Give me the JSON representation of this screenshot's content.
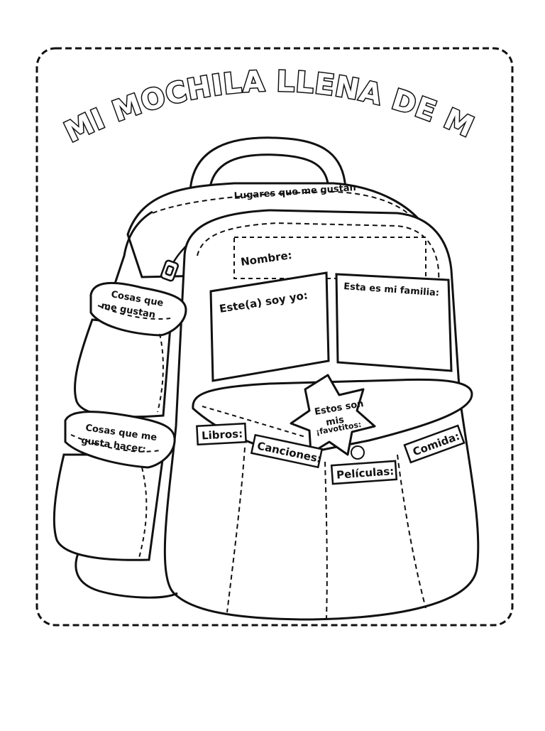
{
  "title": "¡MI MOCHILA LLENA DE MI!",
  "labels": {
    "places": "Lugares que me gustan",
    "name": "Nombre:",
    "self": "Este(a) soy yo:",
    "family": "Esta es mi familia:",
    "likes_line1": "Cosas que",
    "likes_line2": "me gustan",
    "todo_line1": "Cosas que me",
    "todo_line2": "gusta hacer:",
    "star_line1": "Estos son",
    "star_line2": "mis",
    "star_line3": "¡favotitos:",
    "books": "Libros:",
    "songs": "Canciones:",
    "movies": "Películas:",
    "food": "Comida:"
  }
}
